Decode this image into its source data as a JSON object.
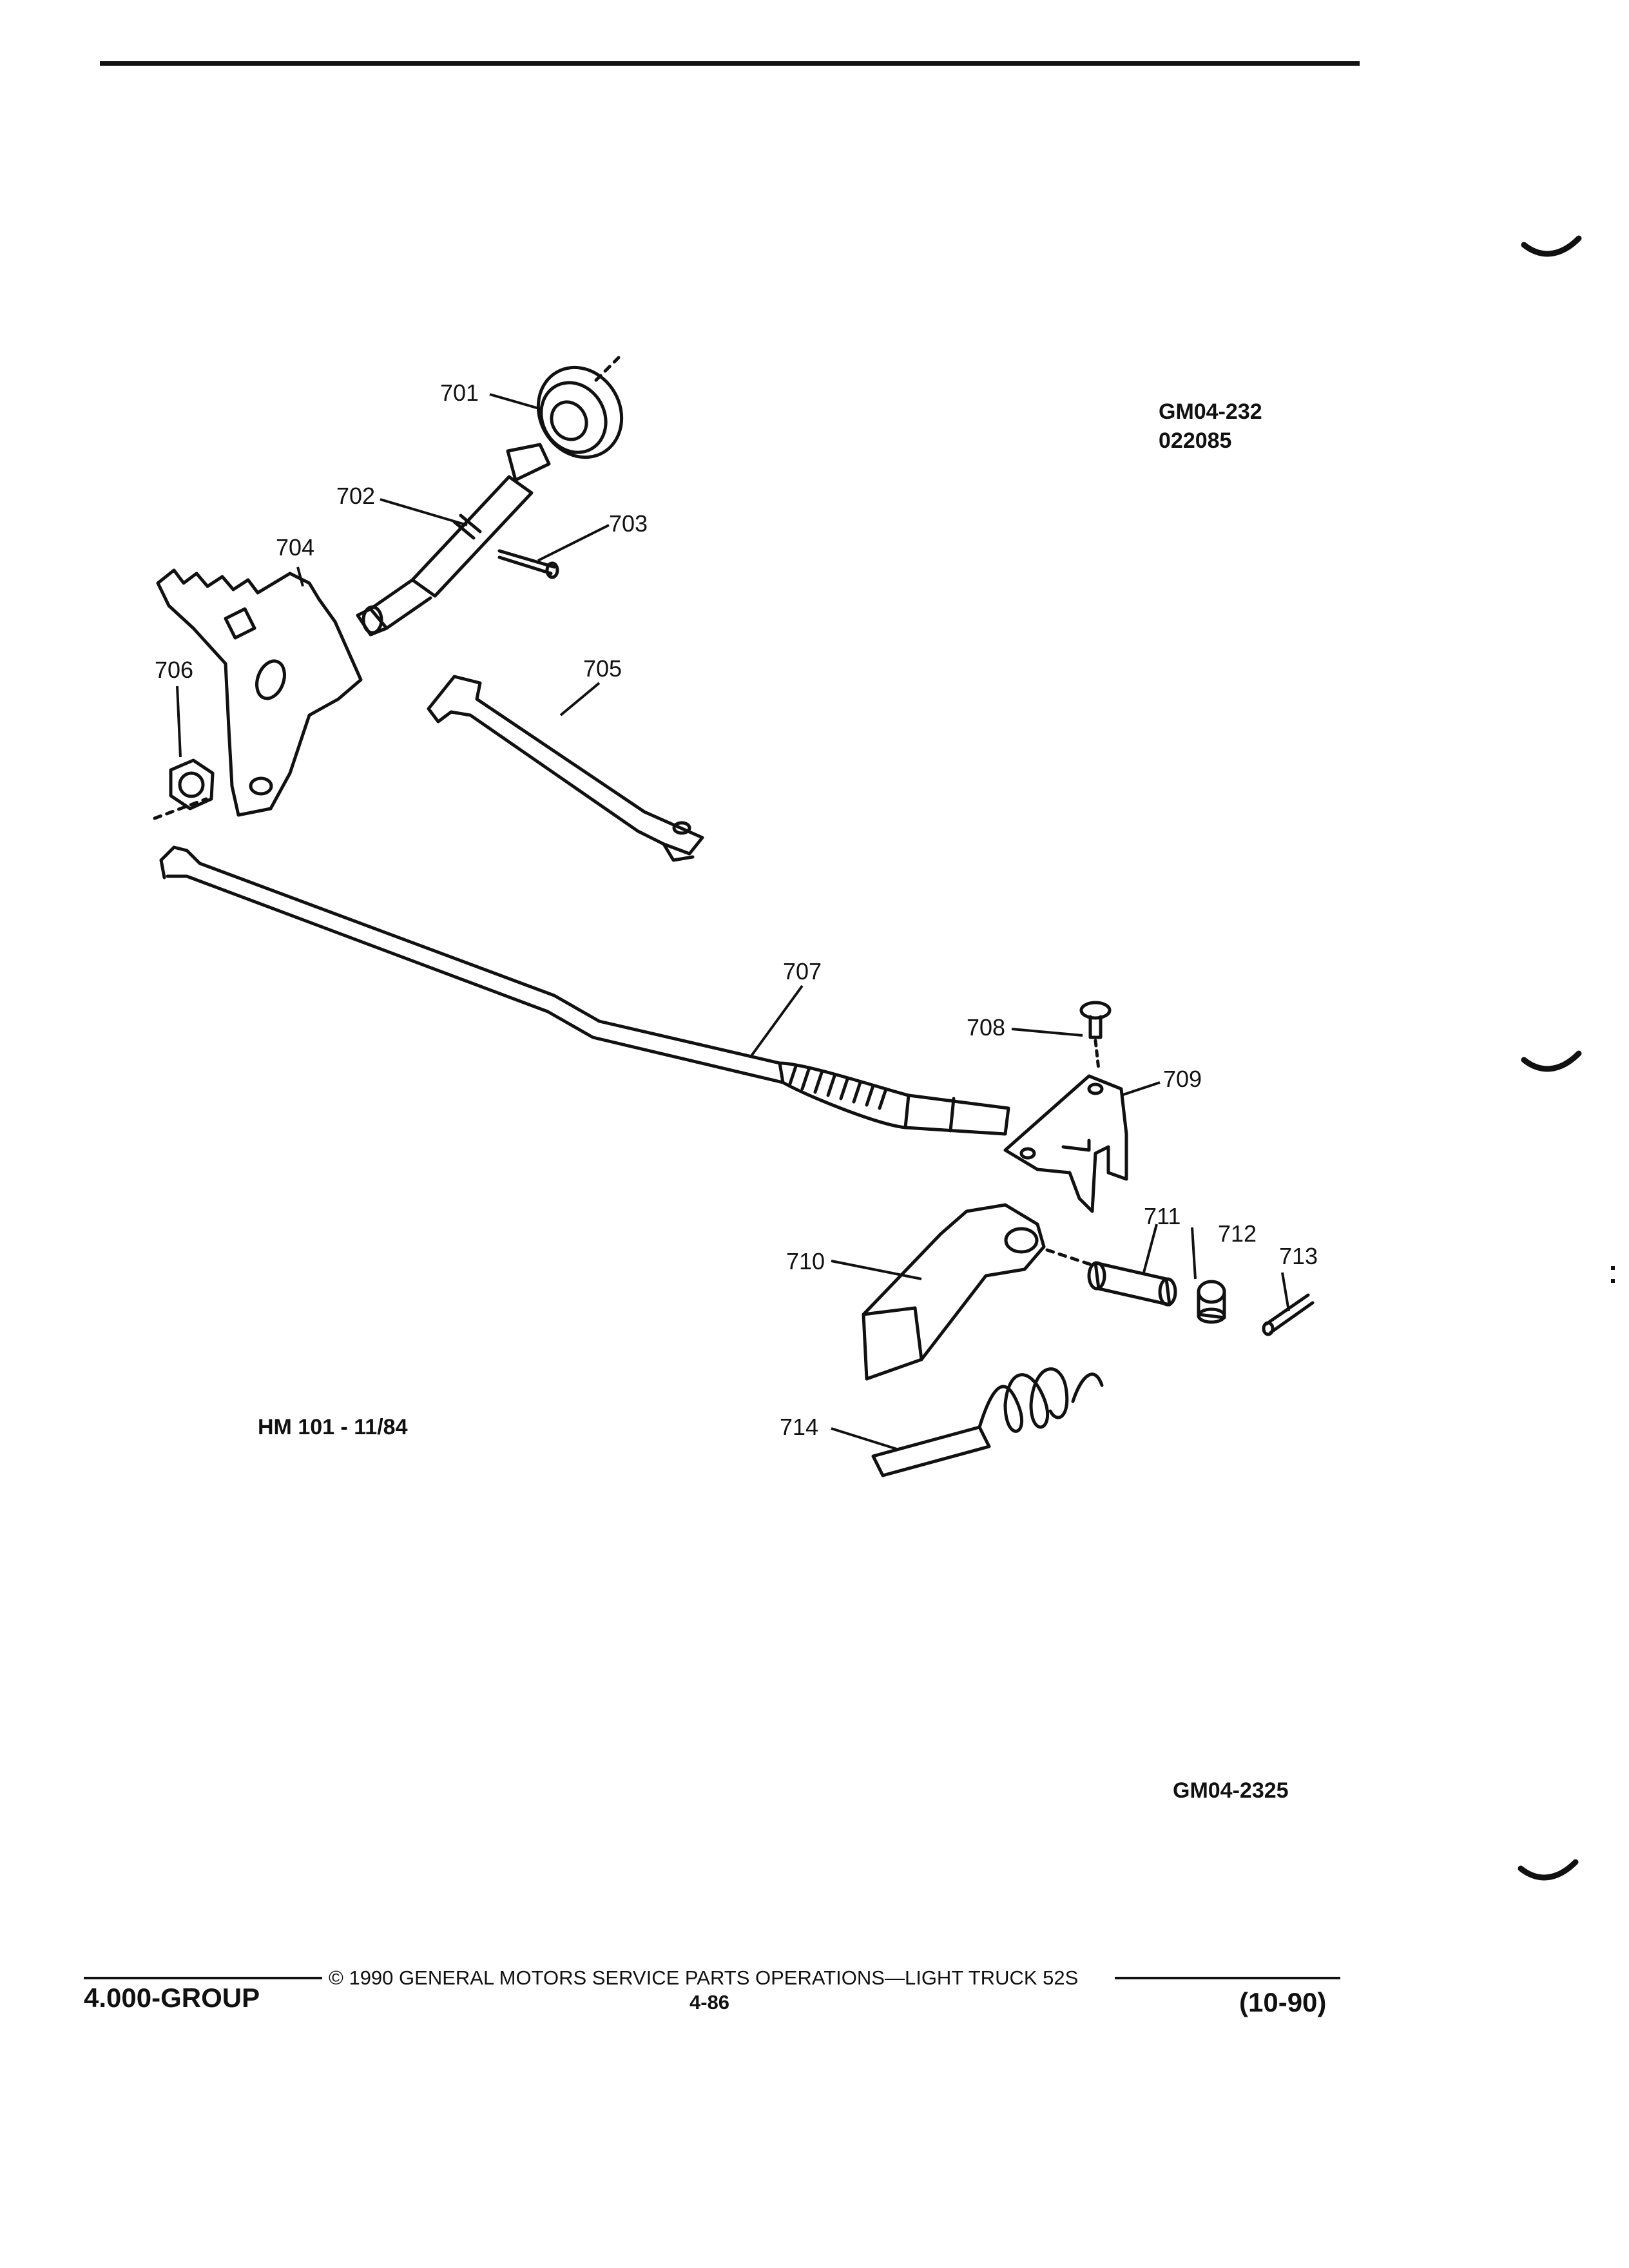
{
  "drawing_refs": {
    "top_ref": "GM04-232",
    "top_date": "022085",
    "artwork_code": "HM 101 - 11/84",
    "bottom_ref": "GM04-2325"
  },
  "callouts": [
    "701",
    "702",
    "703",
    "704",
    "705",
    "706",
    "707",
    "708",
    "709",
    "710",
    "711",
    "712",
    "713",
    "714"
  ],
  "footer": {
    "copyright": "© 1990 GENERAL MOTORS SERVICE PARTS OPERATIONS—LIGHT TRUCK 52S",
    "group": "4.000-GROUP",
    "page": "4-86",
    "revision": "(10-90)"
  }
}
